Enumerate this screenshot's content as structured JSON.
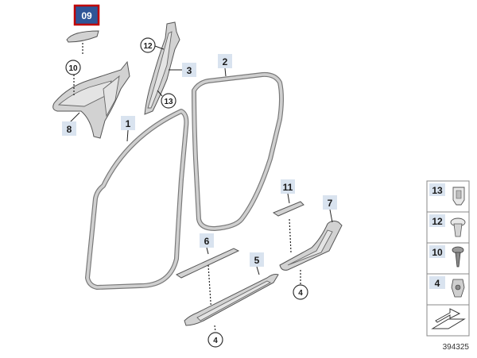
{
  "badge": {
    "text": "09",
    "bg": "#2f5597",
    "border": "#c00000"
  },
  "callouts": {
    "c1": "1",
    "c2": "2",
    "c3": "3",
    "c5": "5",
    "c6": "6",
    "c7": "7",
    "c8": "8",
    "c11": "11",
    "circ10": "10",
    "circ12": "12",
    "circ13": "13",
    "circ4a": "4",
    "circ4b": "4"
  },
  "legend": {
    "items": [
      {
        "label": "13",
        "icon": "clip-icon"
      },
      {
        "label": "12",
        "icon": "push-rivet-icon"
      },
      {
        "label": "10",
        "icon": "screw-icon"
      },
      {
        "label": "4",
        "icon": "clip-nut-icon"
      }
    ],
    "footer_icon": "assembly-direction-icon"
  },
  "reference": "394325"
}
